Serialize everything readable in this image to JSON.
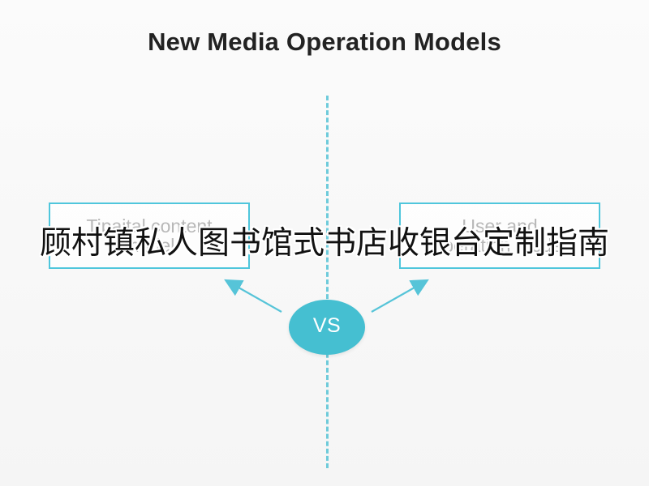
{
  "title": "New Media Operation Models",
  "left_box": {
    "line1": "Tipaital content",
    "line2": "model"
  },
  "right_box": {
    "line1": "User and",
    "line2": "operation model"
  },
  "center_label": "VS",
  "overlay_text": "顾村镇私人图书馆式书店收银台定制指南",
  "colors": {
    "accent": "#45bfd1",
    "box_border": "#4fc6dc",
    "title_text": "#222222",
    "overlay_text": "#111111"
  },
  "icons": {
    "left_arrow": "arrow-up-left-icon",
    "right_arrow": "arrow-up-right-icon"
  }
}
